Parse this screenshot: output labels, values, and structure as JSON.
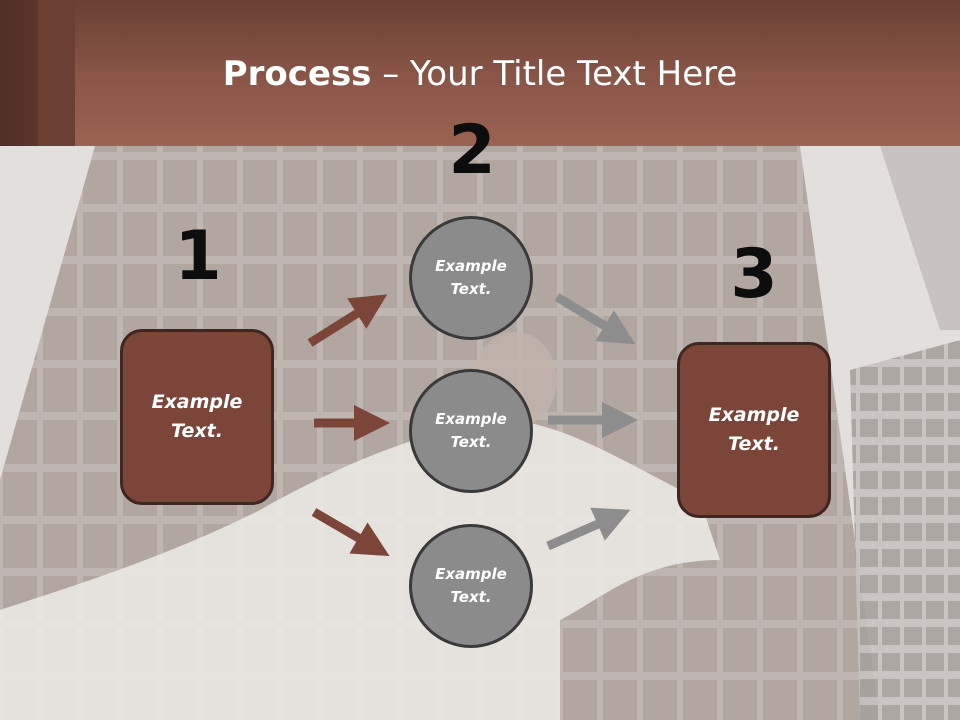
{
  "title": {
    "bold": "Process",
    "rest": " – Your Title Text Here"
  },
  "steps": [
    {
      "number": "1",
      "line1": "Example",
      "line2": "Text."
    },
    {
      "number": "2"
    },
    {
      "number": "3",
      "line1": "Example",
      "line2": "Text."
    }
  ],
  "circles": [
    {
      "line1": "Example",
      "line2": "Text."
    },
    {
      "line1": "Example",
      "line2": "Text."
    },
    {
      "line1": "Example",
      "line2": "Text."
    }
  ],
  "colors": {
    "header": "#8a5647",
    "box_fill": "#7b4539",
    "box_border": "#3e2720",
    "circle_fill": "#8b8b8b",
    "arrow_brown": "#7b4539",
    "arrow_gray": "#8d8d8d"
  }
}
